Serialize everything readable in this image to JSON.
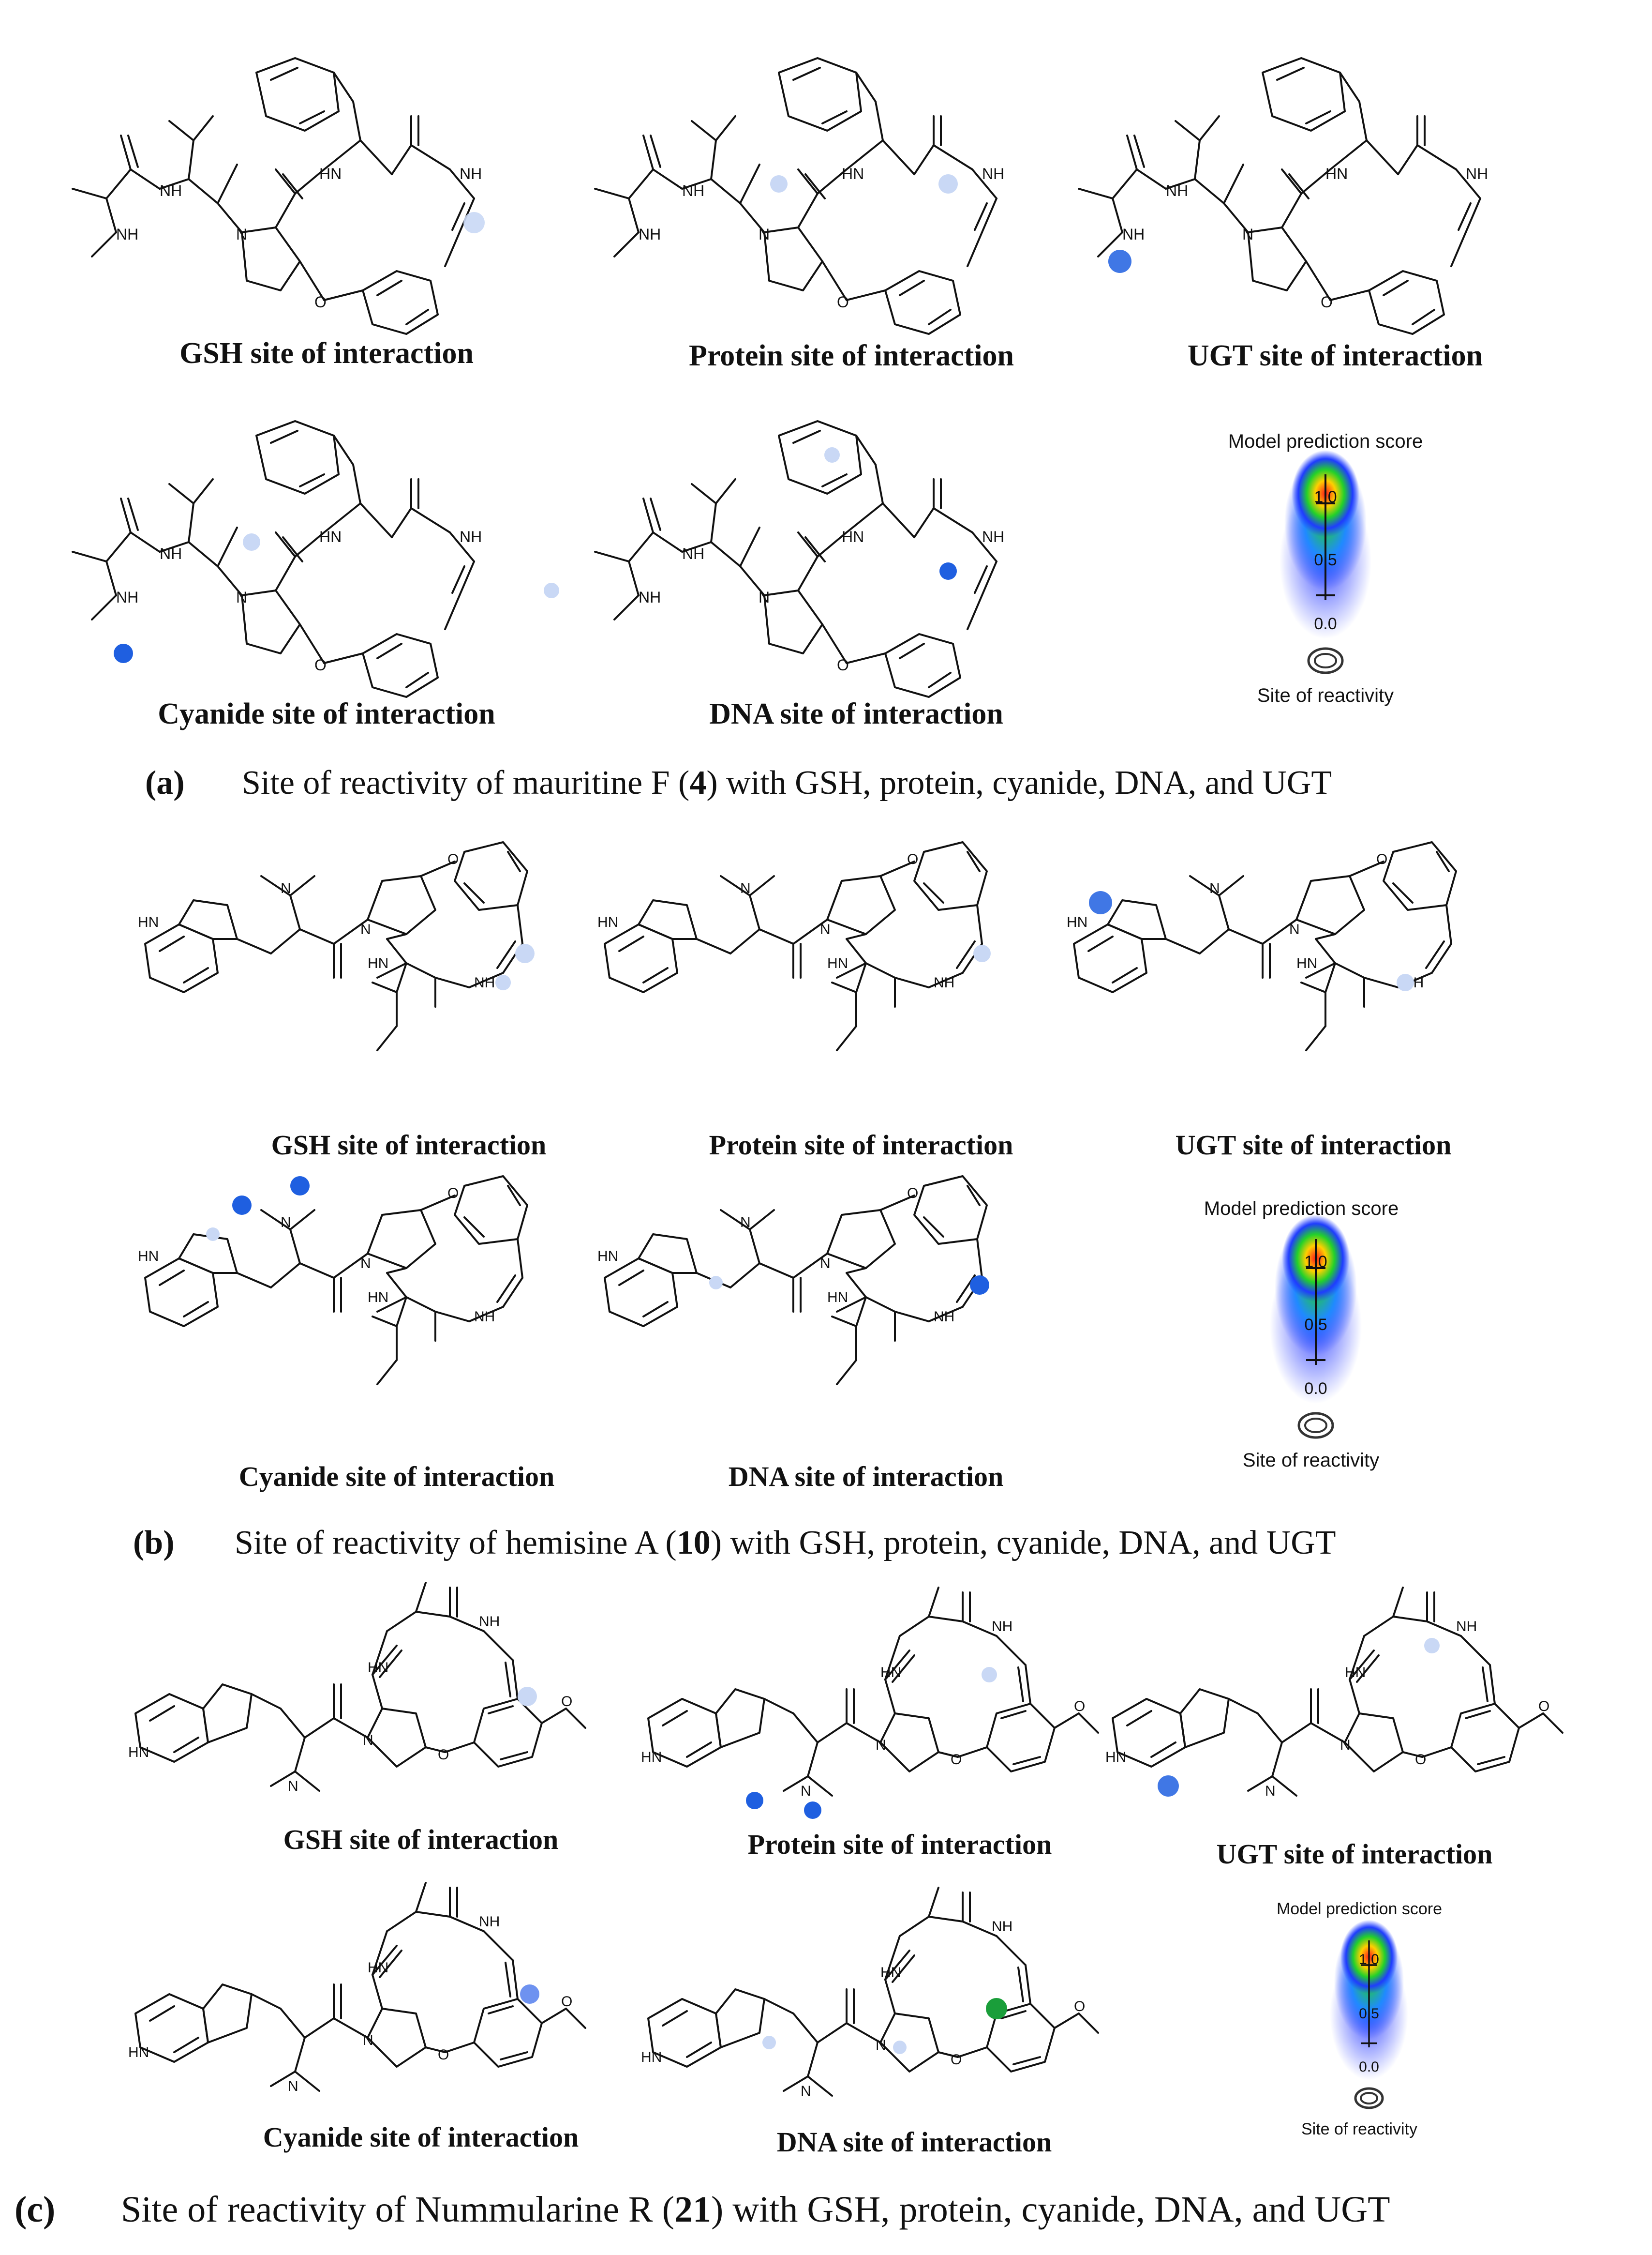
{
  "panels": [
    {
      "letter": "(a)",
      "caption_pre": "Site of reactivity of mauritine F (",
      "compound_number": "4",
      "caption_post": ") with GSH, protein, cyanide, DNA, and UGT",
      "structure_labels": [
        "GSH site of interaction",
        "Protein site of interaction",
        "UGT site of interaction",
        "Cyanide site of interaction",
        "DNA site of interaction"
      ]
    },
    {
      "letter": "(b)",
      "caption_pre": "Site of reactivity of hemisine A (",
      "compound_number": "10",
      "caption_post": ") with GSH, protein, cyanide, DNA, and UGT",
      "structure_labels": [
        "GSH site of interaction",
        "Protein site of interaction",
        "UGT site of interaction",
        "Cyanide site of interaction",
        "DNA site of interaction"
      ]
    },
    {
      "letter": "(c)",
      "caption_pre": "Site of reactivity of Nummularine R (",
      "compound_number": "21",
      "caption_post": ") with GSH, protein, cyanide, DNA, and UGT",
      "structure_labels": [
        "GSH site of interaction",
        "Protein site of interaction",
        "UGT site of interaction",
        "Cyanide site of interaction",
        "DNA site of interaction"
      ]
    }
  ],
  "legend": {
    "title": "Model prediction score",
    "tick_top": "1.0",
    "tick_mid": "0.5",
    "tick_bottom": "0.0",
    "site_label": "Site of reactivity"
  },
  "atom_labels": {
    "nh": "NH",
    "hn": "HN",
    "n": "N",
    "o": "O"
  },
  "colors": {
    "highlight_strong": "#1f5fe0",
    "highlight_faint": "#c9d8f5",
    "highlight_green": "#1a9e3a"
  }
}
